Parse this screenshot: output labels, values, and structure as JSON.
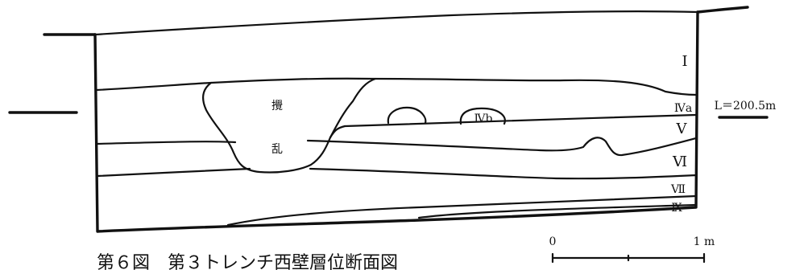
{
  "section": {
    "layers": [
      {
        "id": "I",
        "label": "Ⅰ"
      },
      {
        "id": "IVa",
        "label": "Ⅳa"
      },
      {
        "id": "V",
        "label": "Ⅴ"
      },
      {
        "id": "VI",
        "label": "Ⅵ"
      },
      {
        "id": "VII",
        "label": "Ⅶ"
      },
      {
        "id": "IX",
        "label": "Ⅸ"
      }
    ],
    "disturbance": {
      "char1": "攪",
      "char2": "乱"
    },
    "ivb_label": "Ⅳb",
    "datum_label": "L＝200.5m"
  },
  "scale": {
    "zero": "0",
    "end": "1 m"
  },
  "caption": "第６図　第３トレンチ西壁層位断面図"
}
